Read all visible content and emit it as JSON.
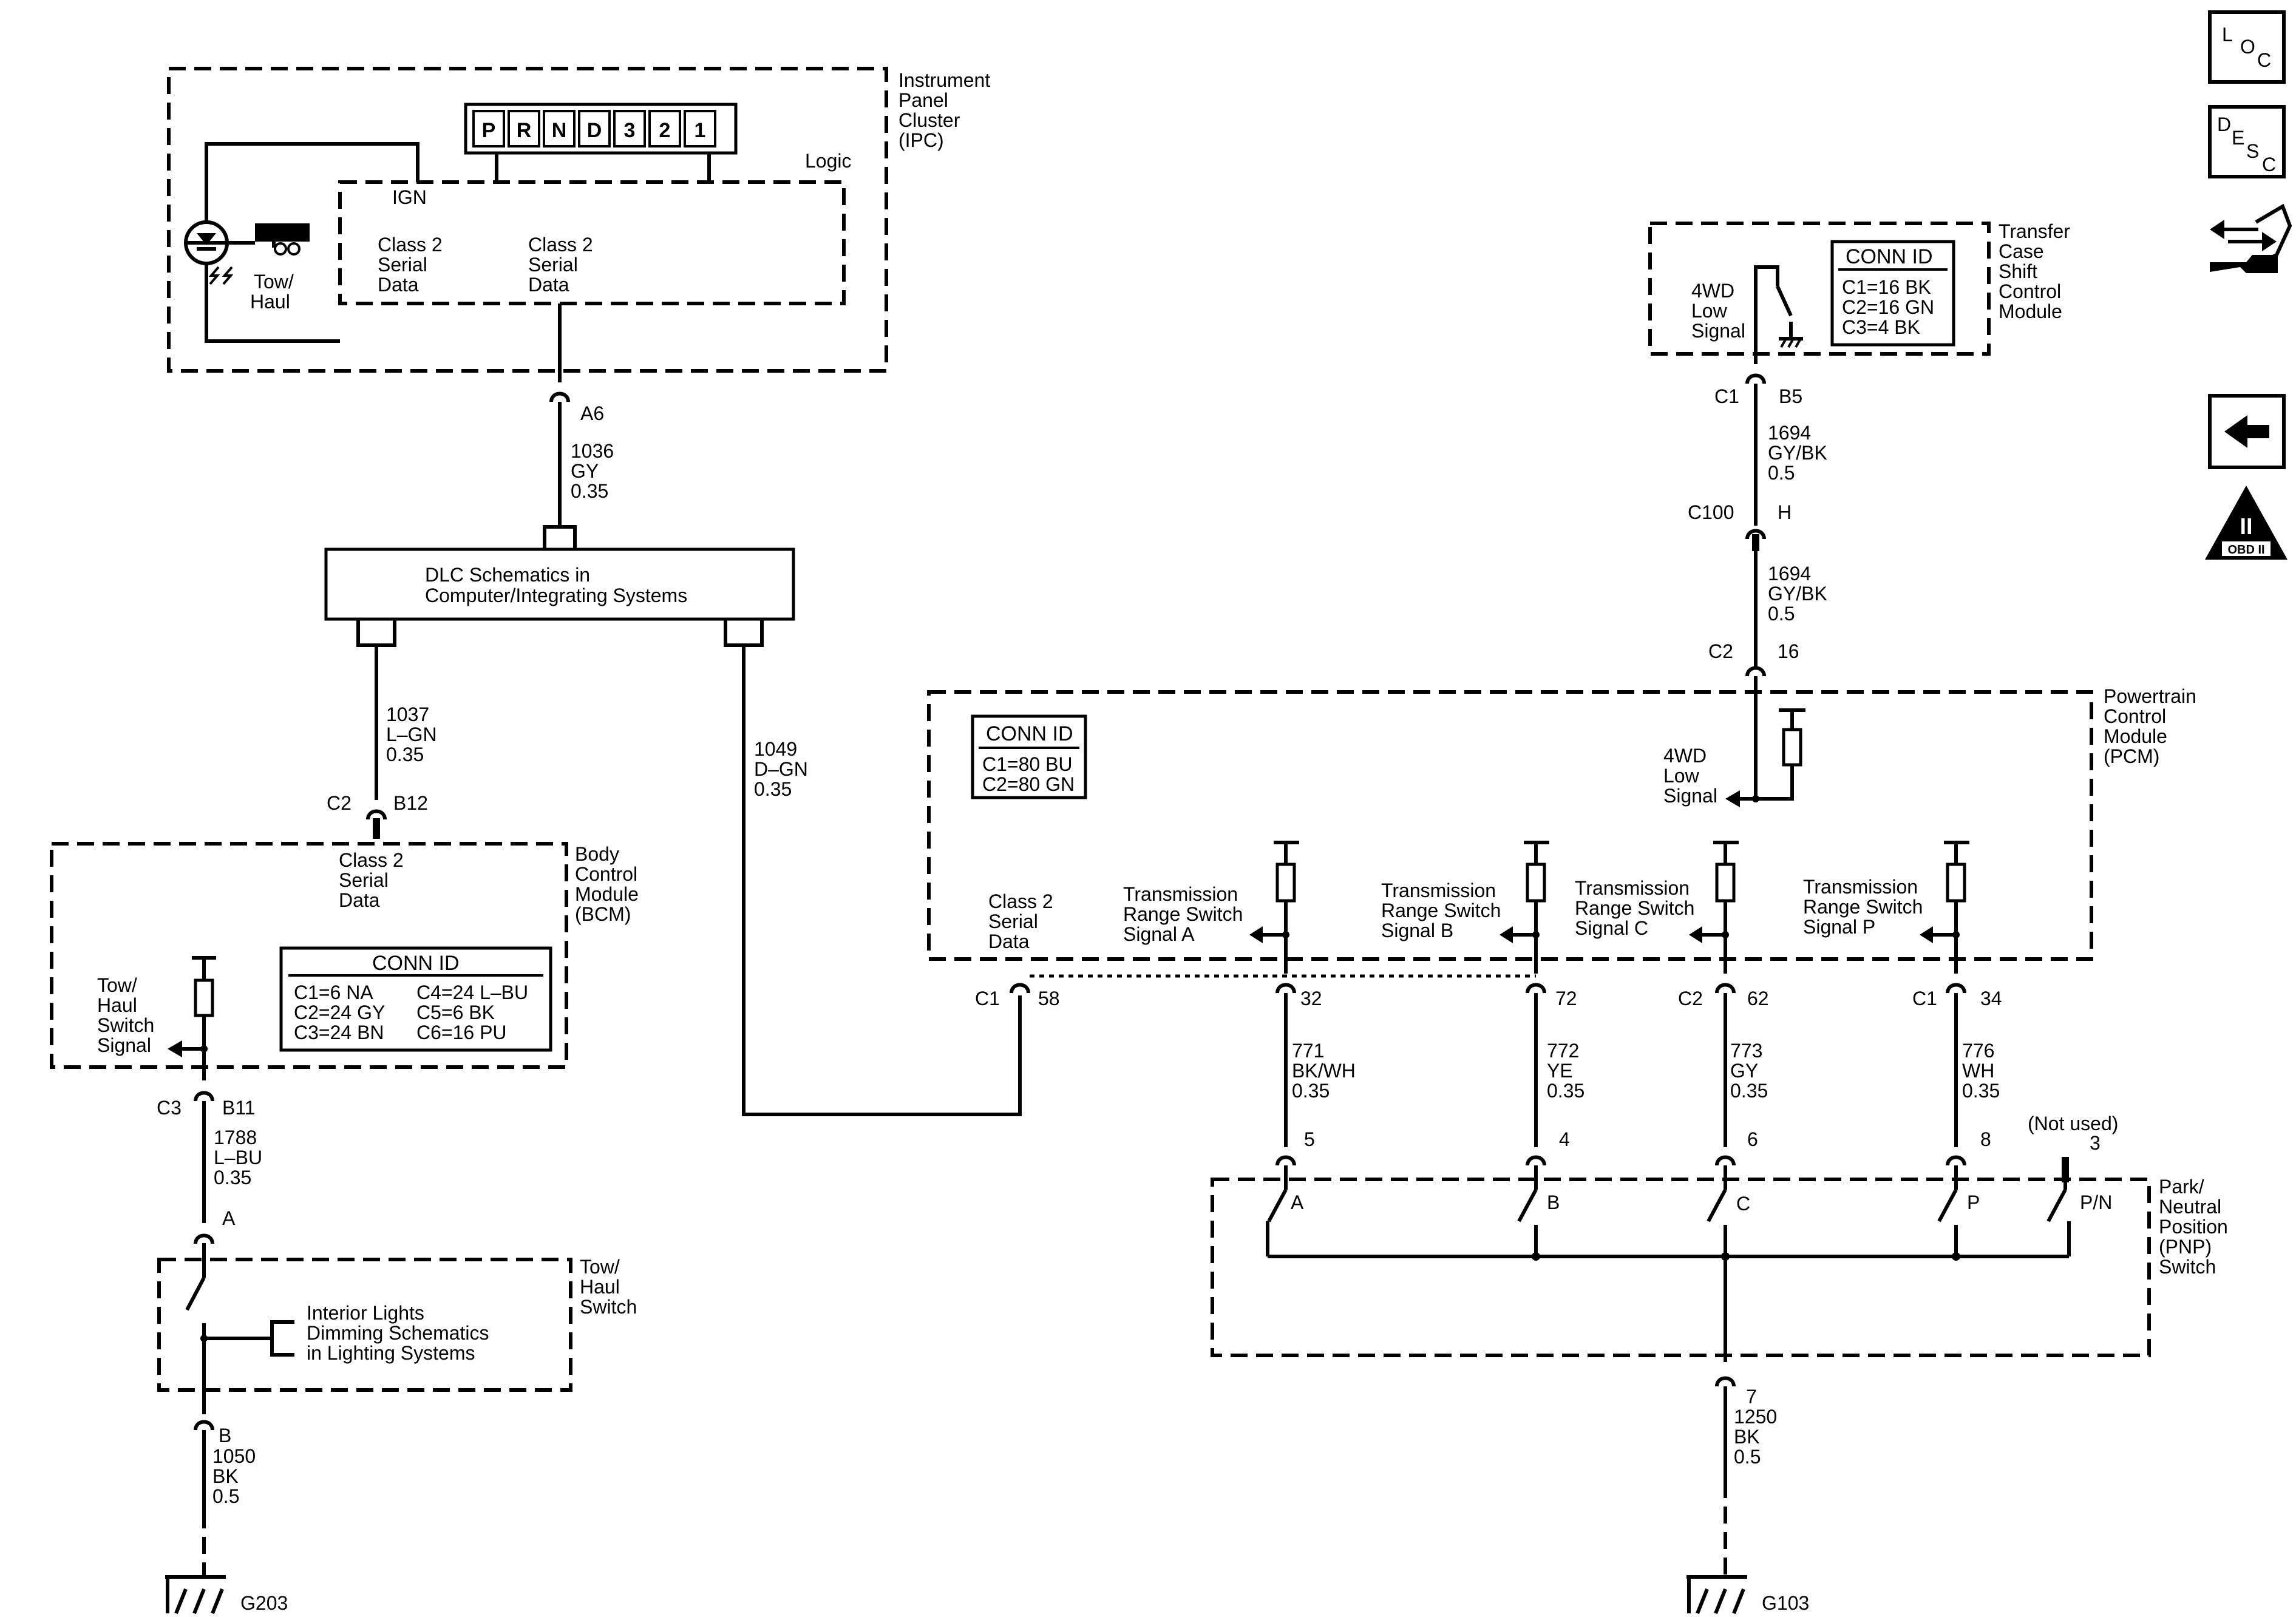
{
  "ipc": {
    "name": [
      "Instrument",
      "Panel",
      "Cluster",
      "(IPC)"
    ],
    "logic": "Logic",
    "ign": "IGN",
    "gears": [
      "P",
      "R",
      "N",
      "D",
      "3",
      "2",
      "1"
    ],
    "serial_left": [
      "Class 2",
      "Serial",
      "Data"
    ],
    "serial_right": [
      "Class 2",
      "Serial",
      "Data"
    ],
    "tow_haul_lamp": [
      "Tow/",
      "Haul"
    ]
  },
  "dlc": {
    "lines": [
      "DLC Schematics in",
      "Computer/Integrating Systems"
    ]
  },
  "bcm": {
    "name": [
      "Body",
      "Control",
      "Module",
      "(BCM)"
    ],
    "serial": [
      "Class 2",
      "Serial",
      "Data"
    ],
    "switch_signal": [
      "Tow/",
      "Haul",
      "Switch",
      "Signal"
    ],
    "conn_title": "CONN ID",
    "conn_rows": [
      [
        "C1=6 NA",
        "C4=24 L–BU"
      ],
      [
        "C2=24 GY",
        "C5=6 BK"
      ],
      [
        "C3=24 BN",
        "C6=16 PU"
      ]
    ]
  },
  "tow_switch": {
    "name": [
      "Tow/",
      "Haul",
      "Switch"
    ],
    "dimming": [
      "Interior Lights",
      "Dimming Schematics",
      "in Lighting Systems"
    ]
  },
  "tcscm": {
    "name": [
      "Transfer",
      "Case",
      "Shift",
      "Control",
      "Module"
    ],
    "signal": [
      "4WD",
      "Low",
      "Signal"
    ],
    "conn_title": "CONN ID",
    "conn_rows": [
      "C1=16 BK",
      "C2=16 GN",
      "C3=4 BK"
    ]
  },
  "pcm": {
    "name": [
      "Powertrain",
      "Control",
      "Module",
      "(PCM)"
    ],
    "conn_title": "CONN ID",
    "conn_rows": [
      "C1=80 BU",
      "C2=80 GN"
    ],
    "signal_4wd": [
      "4WD",
      "Low",
      "Signal"
    ],
    "serial": [
      "Class 2",
      "Serial",
      "Data"
    ],
    "trs_a": [
      "Transmission",
      "Range Switch",
      "Signal A"
    ],
    "trs_b": [
      "Transmission",
      "Range Switch",
      "Signal B"
    ],
    "trs_c": [
      "Transmission",
      "Range Switch",
      "Signal C"
    ],
    "trs_p": [
      "Transmission",
      "Range Switch",
      "Signal P"
    ]
  },
  "pnp": {
    "name": [
      "Park/",
      "Neutral",
      "Position",
      "(PNP)",
      "Switch"
    ],
    "not_used": "(Not used)",
    "contacts": [
      "A",
      "B",
      "C",
      "P",
      "P/N"
    ]
  },
  "wires": {
    "w1036": [
      "1036",
      "GY",
      "0.35"
    ],
    "w1037": [
      "1037",
      "L–GN",
      "0.35"
    ],
    "w1049": [
      "1049",
      "D–GN",
      "0.35"
    ],
    "w1788": [
      "1788",
      "L–BU",
      "0.35"
    ],
    "w1050": [
      "1050",
      "BK",
      "0.5"
    ],
    "w1694a": [
      "1694",
      "GY/BK",
      "0.5"
    ],
    "w1694b": [
      "1694",
      "GY/BK",
      "0.5"
    ],
    "w771": [
      "771",
      "BK/WH",
      "0.35"
    ],
    "w772": [
      "772",
      "YE",
      "0.35"
    ],
    "w773": [
      "773",
      "GY",
      "0.35"
    ],
    "w776": [
      "776",
      "WH",
      "0.35"
    ],
    "w1250": [
      "1250",
      "BK",
      "0.5"
    ]
  },
  "connectors": {
    "a6": "A6",
    "c2_bcm": "C2",
    "b12": "B12",
    "c3_bcm": "C3",
    "b11": "B11",
    "sw_a": "A",
    "sw_b": "B",
    "c1_tcs": "C1",
    "b5": "B5",
    "c100": "C100",
    "h": "H",
    "c2_pcm_top": "C2",
    "p16": "16",
    "c1_58": "C1",
    "p58": "58",
    "p32": "32",
    "p72": "72",
    "c2_62": "C2",
    "p62": "62",
    "c1_34": "C1",
    "p34": "34",
    "pnp5": "5",
    "pnp4": "4",
    "pnp6": "6",
    "pnp8": "8",
    "pnp3": "3",
    "pnp7": "7"
  },
  "grounds": {
    "g203": "G203",
    "g103": "G103"
  },
  "nav": {
    "loc": [
      "L",
      "O",
      "C"
    ],
    "desc": [
      "D",
      "E",
      "S",
      "C"
    ],
    "obd": [
      "II",
      "OBD II"
    ]
  },
  "icons": {
    "loc": "location-icon",
    "desc": "description-icon",
    "connector": "connector-tool-icon",
    "back": "back-arrow-icon",
    "obd": "obd-ii-icon"
  }
}
